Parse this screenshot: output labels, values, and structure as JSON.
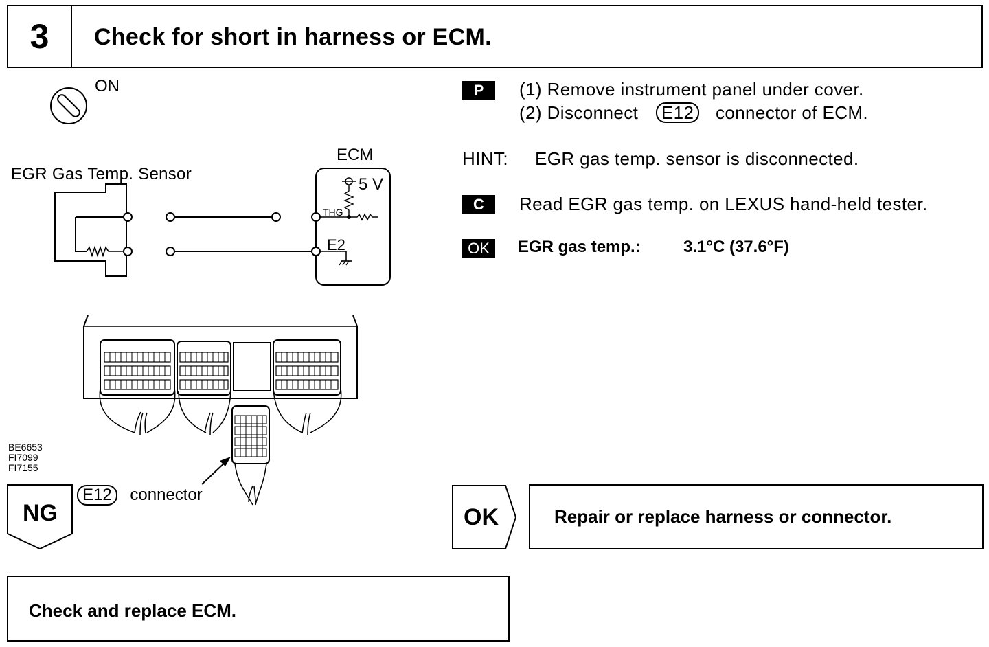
{
  "header": {
    "step_number": "3",
    "title": "Check for short in harness or ECM."
  },
  "ignition": {
    "label": "ON"
  },
  "diagram": {
    "sensor_label": "EGR Gas Temp. Sensor",
    "ecm_label": "ECM",
    "voltage_label": "5 V",
    "thg_label": "THG",
    "e2_label": "E2"
  },
  "instructions": {
    "p_badge": "P",
    "step1": "(1) Remove instrument panel under cover.",
    "step2_prefix": "(2) Disconnect",
    "step2_connector": "E12",
    "step2_suffix": "connector of ECM.",
    "hint_label": "HINT:",
    "hint_text": "EGR gas temp. sensor is disconnected.",
    "c_badge": "C",
    "check_text": "Read EGR gas temp. on LEXUS hand-held tester.",
    "ok_badge": "OK",
    "ok_label": "EGR gas temp.:",
    "ok_value": "3.1°C (37.6°F)"
  },
  "figure_codes": [
    "BE6653",
    "FI7099",
    "FI7155"
  ],
  "connector_callout": {
    "connector": "E12",
    "label": "connector"
  },
  "ng": {
    "label": "NG"
  },
  "ok_result": {
    "label": "OK",
    "action": "Repair or replace harness or connector."
  },
  "ng_result": {
    "action": "Check and replace ECM."
  }
}
